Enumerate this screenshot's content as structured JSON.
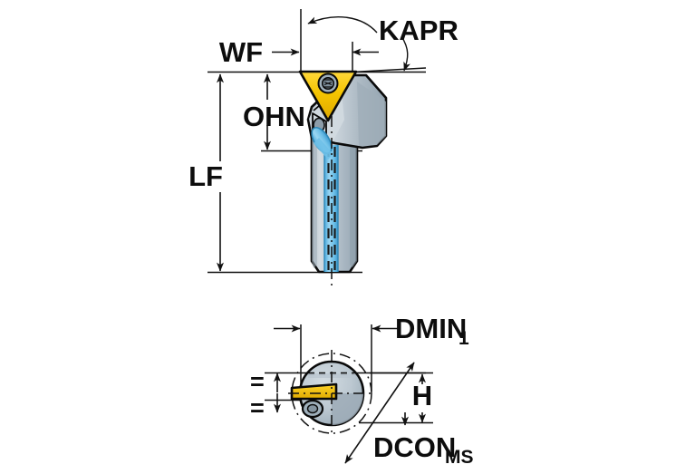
{
  "drawing": {
    "title": "Boring bar with internal coolant - dimension diagram",
    "views": {
      "side_view": {
        "name": "side-elevation-view",
        "description": "Boring bar side view showing head, triangular insert and shank"
      },
      "end_view": {
        "name": "end-section-view",
        "description": "Front/end cross-section view of boring bar showing bore circle and insert"
      }
    },
    "labels": {
      "wf": "WF",
      "kapr": "KAPR",
      "ohn": "OHN",
      "lf": "LF",
      "dmin_base": "DMIN",
      "dmin_sub": "1",
      "h": "H",
      "dcon_base": "DCON",
      "dcon_sub": "MS",
      "equal_top": "=",
      "equal_bottom": "="
    },
    "colors": {
      "insert_yellow": "#f2c200",
      "insert_yellow_dark": "#d9a800",
      "steel_light": "#c5ced6",
      "steel_mid": "#aab7c2",
      "steel_dark": "#8f9ea9",
      "coolant_blue": "#7ec8ee",
      "coolant_blue_dark": "#4aa8db",
      "outline_black": "#0a0a0a",
      "text_black": "#0d0d0d",
      "background": "#ffffff"
    }
  }
}
